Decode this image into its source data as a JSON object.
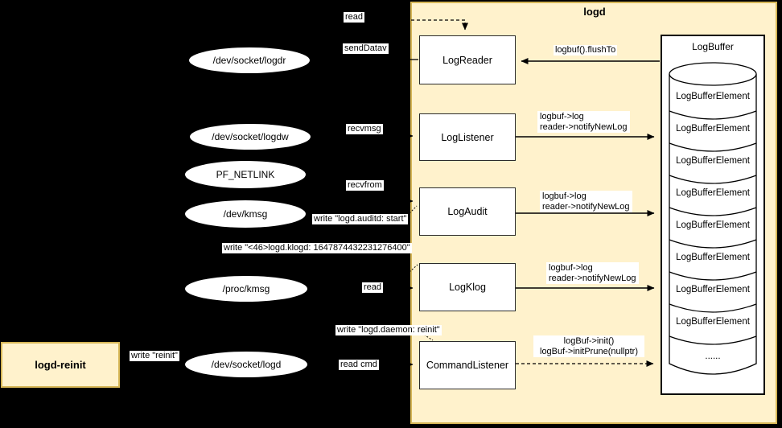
{
  "colors": {
    "background": "#000000",
    "panel_fill": "#FFF2CC",
    "panel_border": "#D6B656",
    "node_fill": "#FFFFFF",
    "line": "#000000"
  },
  "panel": {
    "title": "logd"
  },
  "reinit": {
    "label": "logd-reinit"
  },
  "sources": [
    {
      "label": "/dev/socket/logdr"
    },
    {
      "label": "/dev/socket/logdw"
    },
    {
      "label": "PF_NETLINK"
    },
    {
      "label": "/dev/kmsg"
    },
    {
      "label": "/proc/kmsg"
    },
    {
      "label": "/dev/socket/logd"
    }
  ],
  "components": [
    {
      "label": "LogReader"
    },
    {
      "label": "LogListener"
    },
    {
      "label": "LogAudit"
    },
    {
      "label": "LogKlog"
    },
    {
      "label": "CommandListener"
    }
  ],
  "buffer": {
    "title": "LogBuffer",
    "elements": [
      "LogBufferElement",
      "LogBufferElement",
      "LogBufferElement",
      "LogBufferElement",
      "LogBufferElement",
      "LogBufferElement",
      "LogBufferElement",
      "LogBufferElement"
    ],
    "ellipsis": "......"
  },
  "labels": {
    "read_top": "read",
    "senddatav": "sendDatav",
    "recvmsg": "recvmsg",
    "recvfrom": "recvfrom",
    "write_auditd": "write \"logd.auditd: start\"",
    "write_klogd": "write \"<46>logd.klogd: 1647874432231276400\"",
    "read_proc": "read",
    "write_daemon": "write \"logd.daemon: reinit\"",
    "read_cmd": "read cmd",
    "write_reinit": "write \"reinit\"",
    "flushto": "logbuf().flushTo",
    "logbuf_log": "logbuf->log",
    "notify": "reader->notifyNewLog",
    "init": "logBuf->init()",
    "initprune": "logBuf->initPrune(nullptr)"
  }
}
